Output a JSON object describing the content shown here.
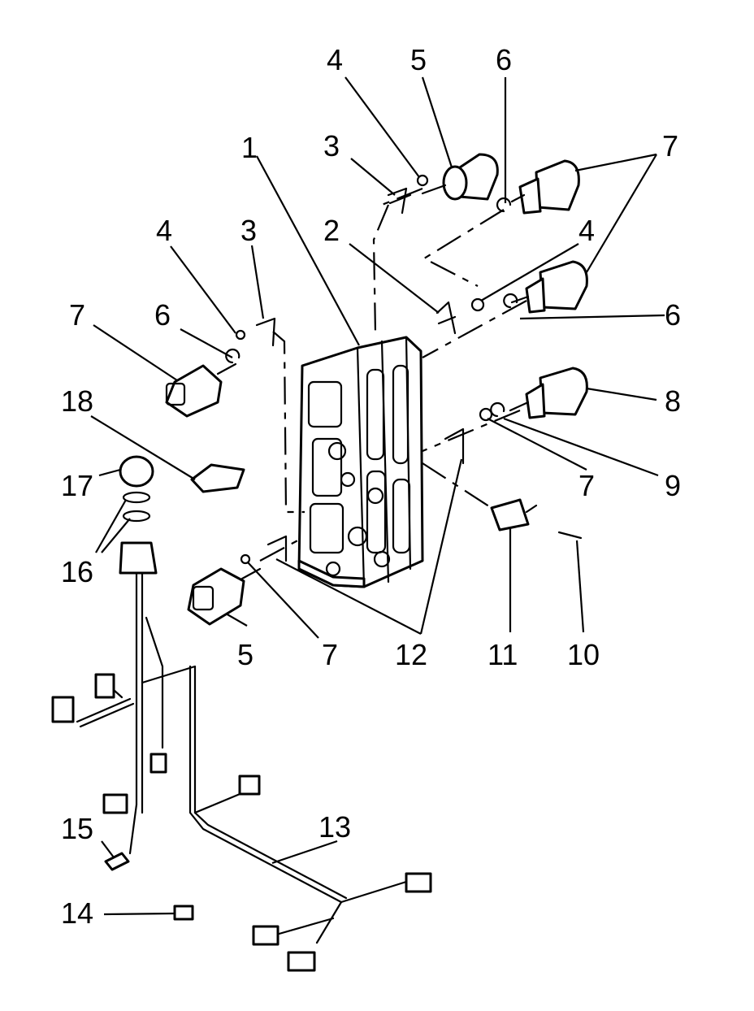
{
  "diagram": {
    "callouts": [
      {
        "id": "c1",
        "text": "1"
      },
      {
        "id": "c2a",
        "text": "2"
      },
      {
        "id": "c3a",
        "text": "3"
      },
      {
        "id": "c3b",
        "text": "3"
      },
      {
        "id": "c4a",
        "text": "4"
      },
      {
        "id": "c4b",
        "text": "4"
      },
      {
        "id": "c4c",
        "text": "4"
      },
      {
        "id": "c5a",
        "text": "5"
      },
      {
        "id": "c5b",
        "text": "5"
      },
      {
        "id": "c6a",
        "text": "6"
      },
      {
        "id": "c6b",
        "text": "6"
      },
      {
        "id": "c6c",
        "text": "6"
      },
      {
        "id": "c7a",
        "text": "7"
      },
      {
        "id": "c7b",
        "text": "7"
      },
      {
        "id": "c7c",
        "text": "7"
      },
      {
        "id": "c7d",
        "text": "7"
      },
      {
        "id": "c8",
        "text": "8"
      },
      {
        "id": "c9",
        "text": "9"
      },
      {
        "id": "c10",
        "text": "10"
      },
      {
        "id": "c11",
        "text": "11"
      },
      {
        "id": "c12",
        "text": "12"
      },
      {
        "id": "c13",
        "text": "13"
      },
      {
        "id": "c14",
        "text": "14"
      },
      {
        "id": "c15",
        "text": "15"
      },
      {
        "id": "c16",
        "text": "16"
      },
      {
        "id": "c17",
        "text": "17"
      },
      {
        "id": "c18",
        "text": "18"
      }
    ]
  }
}
